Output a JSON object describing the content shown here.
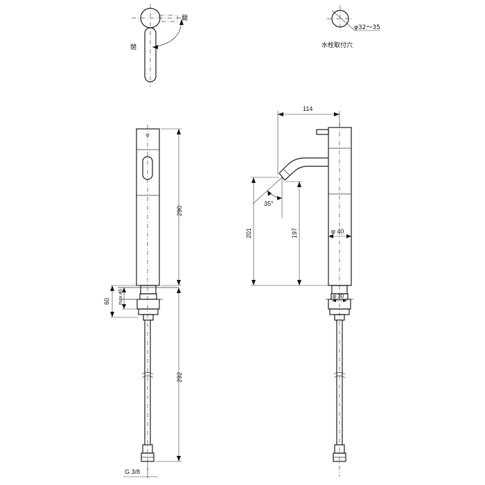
{
  "labels": {
    "top_open": "開",
    "top_close": "閉",
    "hole_caption": "水栓取付穴",
    "hole_diameter": "φ32～35",
    "dim_width": "114",
    "dim_height_total": "290",
    "dim_spout_height": "201",
    "dim_spout_clearance": "197",
    "dim_angle": "35°",
    "dim_body_diameter": "φ 40",
    "dim_base_diameter": "φ 30",
    "dim_base_height": "60",
    "dim_max_thickness": "max.46",
    "dim_hose_length": "292",
    "thread_size": "G 3/8"
  }
}
